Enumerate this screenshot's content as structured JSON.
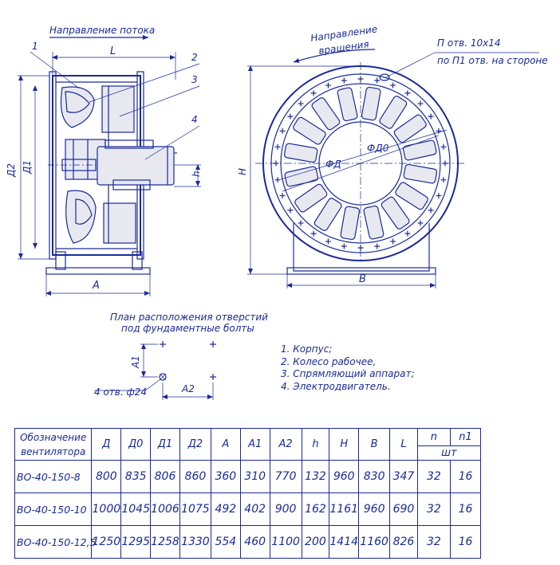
{
  "labels": {
    "flow_direction": "Направление потока",
    "rotation_line1": "Направление",
    "rotation_line2": "вращения",
    "holes_line1": "П отв. 10x14",
    "holes_line2": "по П1 отв. на стороне",
    "dim_L": "L",
    "dim_A": "A",
    "dim_B": "B",
    "dim_H": "H",
    "dim_h": "h",
    "dim_D2": "Д2",
    "dim_D1": "Д1",
    "dim_D": "ФД",
    "dim_D0": "ФД0",
    "pos1": "1",
    "pos2": "2",
    "pos3": "3",
    "pos4": "4",
    "plan_title_line1": "План расположения отверстий",
    "plan_title_line2": "под фундаментные болты",
    "plan_A1": "A1",
    "plan_A2": "A2",
    "plan_holes": "4 отв. ф24",
    "legend": [
      "1. Корпус;",
      "2. Колесо рабочее,",
      "3. Спрямляющий аппарат;",
      "4. Электродвигатель."
    ]
  },
  "table": {
    "header_designation_line1": "Обозначение",
    "header_designation_line2": "вентилятора",
    "headers": [
      "Д",
      "Д0",
      "Д1",
      "Д2",
      "A",
      "A1",
      "A2",
      "h",
      "H",
      "B",
      "L"
    ],
    "header_n": "n",
    "header_n1": "n1",
    "header_unit": "шт",
    "rows": [
      [
        "ВО-40-150-8",
        "800",
        "835",
        "806",
        "860",
        "360",
        "310",
        "770",
        "132",
        "960",
        "830",
        "347",
        "32",
        "16"
      ],
      [
        "ВО-40-150-10",
        "1000",
        "1045",
        "1006",
        "1075",
        "492",
        "402",
        "900",
        "162",
        "1161",
        "960",
        "690",
        "32",
        "16"
      ],
      [
        "ВО-40-150-12,5",
        "1250",
        "1295",
        "1258",
        "1330",
        "554",
        "460",
        "1100",
        "200",
        "1414",
        "1160",
        "826",
        "32",
        "16"
      ]
    ]
  }
}
